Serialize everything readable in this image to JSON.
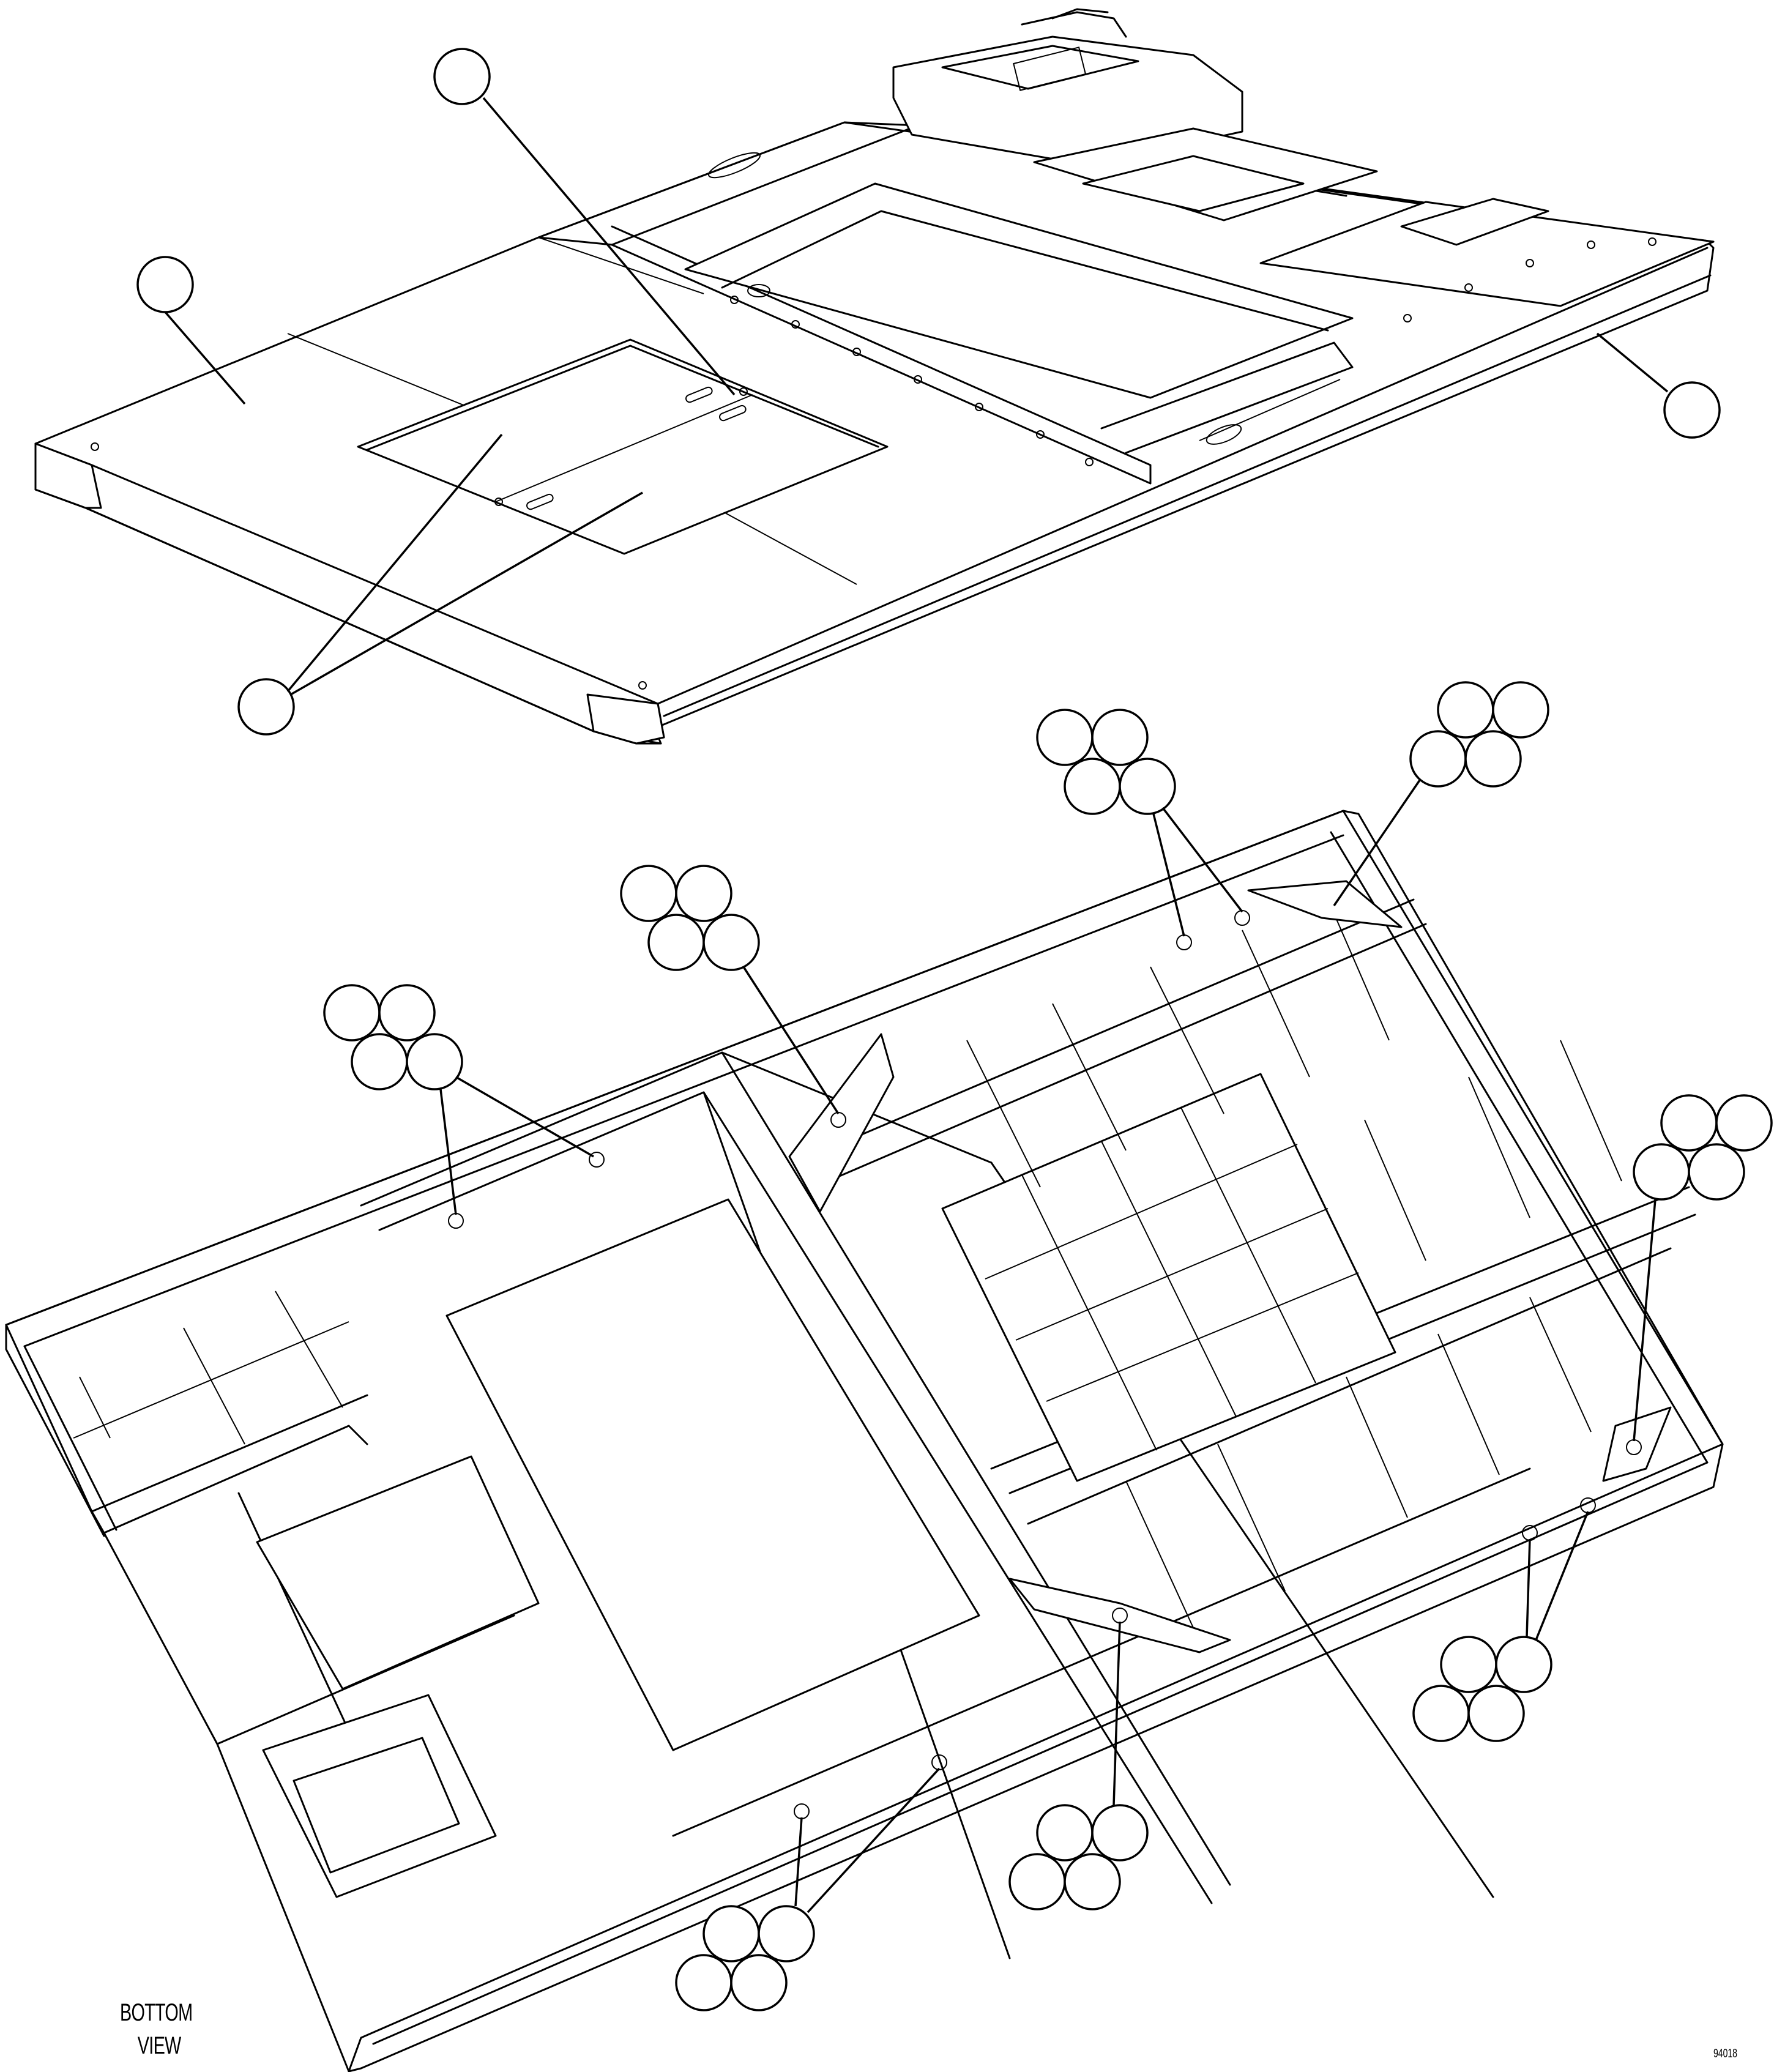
{
  "drawing": {
    "view_label_line1": "BOTTOM",
    "view_label_line2": "VIEW",
    "drawing_number": "94018",
    "line_color": "#000000",
    "background_color": "#ffffff"
  },
  "top_assembly": {
    "callout_count": 4
  },
  "bottom_assembly": {
    "callout_groups": 8
  }
}
